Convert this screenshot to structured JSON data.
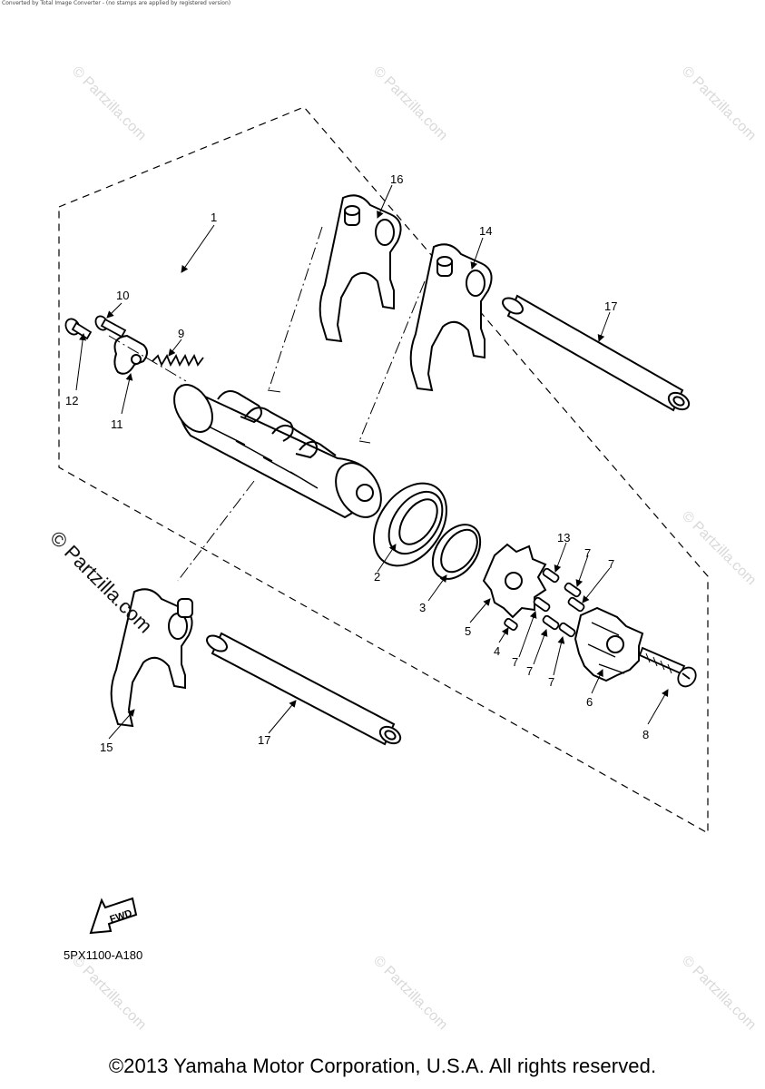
{
  "header_note": "Converted by Total Image Converter - (no stamps are applied by registered version)",
  "diagram_code": "5PX1100-A180",
  "copyright": "©2013 Yamaha Motor Corporation, U.S.A. All rights reserved.",
  "watermark": {
    "main": "© Partzilla.com",
    "faint": "© Partzilla.com"
  },
  "fwd_label": "FWD",
  "callouts": {
    "c1": "1",
    "c2": "2",
    "c3": "3",
    "c4": "4",
    "c5": "5",
    "c6": "6",
    "c7a": "7",
    "c7b": "7",
    "c7c": "7",
    "c7d": "7",
    "c7e": "7",
    "c8": "8",
    "c9": "9",
    "c10": "10",
    "c11": "11",
    "c12": "12",
    "c13": "13",
    "c14": "14",
    "c15": "15",
    "c16": "16",
    "c17a": "17",
    "c17b": "17"
  }
}
